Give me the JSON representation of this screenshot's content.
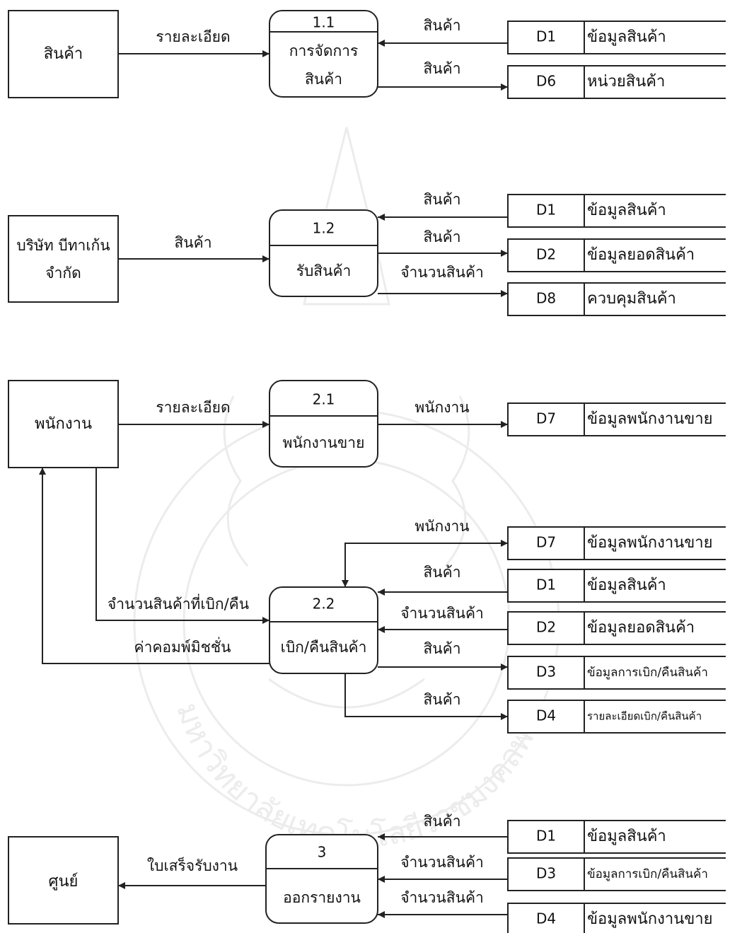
{
  "externals": [
    {
      "id": "ext-1",
      "label": "สินค้า"
    },
    {
      "id": "ext-2",
      "label_lines": [
        "บริษัท บีทาเก้น",
        "จำกัด"
      ]
    },
    {
      "id": "ext-3",
      "label": "พนักงาน"
    },
    {
      "id": "ext-4",
      "label": "ศูนย์"
    }
  ],
  "processes": [
    {
      "number": "1.1",
      "label_lines": [
        "การจัดการ",
        "สินค้า"
      ]
    },
    {
      "number": "1.2",
      "label_lines": [
        "รับสินค้า"
      ]
    },
    {
      "number": "2.1",
      "label_lines": [
        "พนักงานขาย"
      ]
    },
    {
      "number": "2.2",
      "label_lines": [
        "เบิก/คืนสินค้า"
      ]
    },
    {
      "number": "3",
      "label_lines": [
        "ออกรายงาน"
      ]
    }
  ],
  "stores": [
    {
      "code": "D1",
      "name": "ข้อมูลสินค้า"
    },
    {
      "code": "D6",
      "name": "หน่วยสินค้า"
    },
    {
      "code": "D1",
      "name": "ข้อมูลสินค้า"
    },
    {
      "code": "D2",
      "name": "ข้อมูลยอดสินค้า"
    },
    {
      "code": "D8",
      "name": "ควบคุมสินค้า"
    },
    {
      "code": "D7",
      "name": "ข้อมูลพนักงานขาย"
    },
    {
      "code": "D7",
      "name": "ข้อมูลพนักงานขาย"
    },
    {
      "code": "D1",
      "name": "ข้อมูลสินค้า"
    },
    {
      "code": "D2",
      "name": "ข้อมูลยอดสินค้า"
    },
    {
      "code": "D3",
      "name": "ข้อมูลการเบิก/คืนสินค้า"
    },
    {
      "code": "D4",
      "name": "รายละเอียดเบิก/คืนสินค้า"
    },
    {
      "code": "D1",
      "name": "ข้อมูลสินค้า"
    },
    {
      "code": "D3",
      "name": "ข้อมูลการเบิก/คืนสินค้า"
    },
    {
      "code": "D4",
      "name": "ข้อมูลพนักงานขาย"
    }
  ],
  "flows": [
    {
      "label": "รายละเอียด"
    },
    {
      "label": "สินค้า"
    },
    {
      "label": "สินค้า"
    },
    {
      "label": "สินค้า"
    },
    {
      "label": "สินค้า"
    },
    {
      "label": "จำนวนสินค้า"
    },
    {
      "label": "สินค้า"
    },
    {
      "label": "รายละเอียด"
    },
    {
      "label": "พนักงาน"
    },
    {
      "label": "พนักงาน"
    },
    {
      "label": "สินค้า"
    },
    {
      "label": "จำนวนสินค้า"
    },
    {
      "label": "สินค้า"
    },
    {
      "label": "สินค้า"
    },
    {
      "label": "จำนวนสินค้าที่เบิก/คืน"
    },
    {
      "label": "ค่าคอมพ์มิชชั่น"
    },
    {
      "label": "ใบเสร็จรับงาน"
    },
    {
      "label": "สินค้า"
    },
    {
      "label": "จำนวนสินค้า"
    },
    {
      "label": "จำนวนสินค้า"
    }
  ],
  "watermark": {
    "arc_text": "มหาวิทยาลัยเทคโนโลยีราชมงคลพระนคร"
  }
}
